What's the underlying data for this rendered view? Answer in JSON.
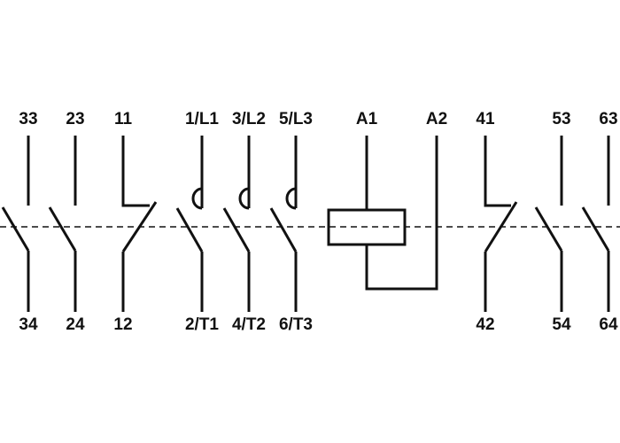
{
  "colors": {
    "line": "#111111",
    "background": "#ffffff"
  },
  "contacts": [
    {
      "id": "c33-34",
      "kind": "no",
      "top": "33",
      "bottom": "34"
    },
    {
      "id": "c23-24",
      "kind": "no",
      "top": "23",
      "bottom": "24"
    },
    {
      "id": "c11-12",
      "kind": "nc",
      "top": "11",
      "bottom": "12"
    },
    {
      "id": "cL1-T1",
      "kind": "main",
      "top": "1/L1",
      "bottom": "2/T1"
    },
    {
      "id": "cL2-T2",
      "kind": "main",
      "top": "3/L2",
      "bottom": "4/T2"
    },
    {
      "id": "cL3-T3",
      "kind": "main",
      "top": "5/L3",
      "bottom": "6/T3"
    },
    {
      "id": "c41-42",
      "kind": "nc",
      "top": "41",
      "bottom": "42"
    },
    {
      "id": "c53-54",
      "kind": "no",
      "top": "53",
      "bottom": "54"
    },
    {
      "id": "c63-64",
      "kind": "no",
      "top": "63",
      "bottom": "64"
    }
  ],
  "coil": {
    "a1": "A1",
    "a2": "A2"
  }
}
